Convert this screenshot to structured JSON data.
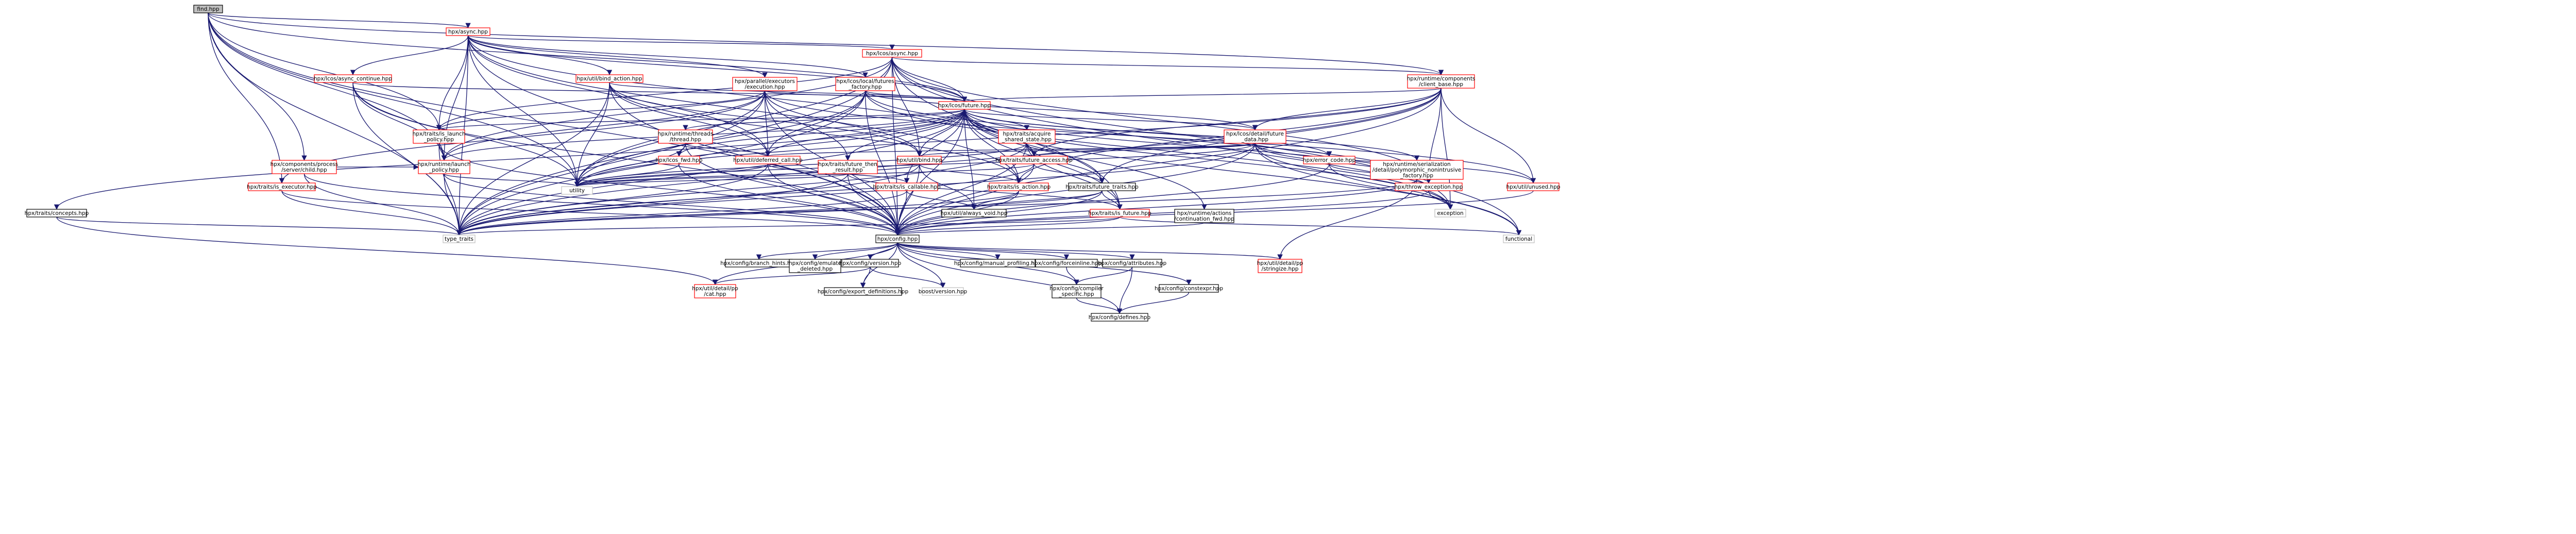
{
  "diagram": {
    "root": "find.hpp",
    "nodes": [
      {
        "id": "find",
        "lines": [
          "find.hpp"
        ],
        "style": "root"
      },
      {
        "id": "async",
        "lines": [
          "hpx/async.hpp"
        ],
        "style": "red"
      },
      {
        "id": "lcos_async",
        "lines": [
          "hpx/lcos/async.hpp"
        ],
        "style": "red"
      },
      {
        "id": "runtime_components",
        "lines": [
          "hpx/runtime/components",
          "/client_base.hpp"
        ],
        "style": "red"
      },
      {
        "id": "async_continue",
        "lines": [
          "hpx/lcos/async_continue.hpp"
        ],
        "style": "red"
      },
      {
        "id": "bind_action",
        "lines": [
          "hpx/util/bind_action.hpp"
        ],
        "style": "red"
      },
      {
        "id": "parallel_executors",
        "lines": [
          "hpx/parallel/executors",
          "/execution.hpp"
        ],
        "style": "red"
      },
      {
        "id": "local_futures",
        "lines": [
          "hpx/lcos/local/futures",
          "_factory.hpp"
        ],
        "style": "red"
      },
      {
        "id": "lcos_future",
        "lines": [
          "hpx/lcos/future.hpp"
        ],
        "style": "red"
      },
      {
        "id": "launch_policy",
        "lines": [
          "hpx/traits/is_launch",
          "_policy.hpp"
        ],
        "style": "red"
      },
      {
        "id": "components_process",
        "lines": [
          "hpx/components/process",
          "/server/child.hpp"
        ],
        "style": "red"
      },
      {
        "id": "threads_thread",
        "lines": [
          "hpx/runtime/threads",
          "/thread.hpp"
        ],
        "style": "red"
      },
      {
        "id": "acquire_shared",
        "lines": [
          "hpx/traits/acquire",
          "_shared_state.hpp"
        ],
        "style": "red"
      },
      {
        "id": "detail_future_data",
        "lines": [
          "hpx/lcos/detail/future",
          "_data.hpp"
        ],
        "style": "red"
      },
      {
        "id": "runtime_launch_policy",
        "lines": [
          "hpx/runtime/launch",
          "_policy.hpp"
        ],
        "style": "red"
      },
      {
        "id": "lcos_fwd",
        "lines": [
          "hpx/lcos_fwd.hpp"
        ],
        "style": "red"
      },
      {
        "id": "deferred_call",
        "lines": [
          "hpx/util/deferred_call.hpp"
        ],
        "style": "red"
      },
      {
        "id": "future_then_result",
        "lines": [
          "hpx/traits/future_then",
          "_result.hpp"
        ],
        "style": "red"
      },
      {
        "id": "bind_hpp",
        "lines": [
          "hpx/util/bind.hpp"
        ],
        "style": "red"
      },
      {
        "id": "future_access",
        "lines": [
          "hpx/traits/future_access.hpp"
        ],
        "style": "red"
      },
      {
        "id": "error_code",
        "lines": [
          "hpx/error_code.hpp"
        ],
        "style": "red"
      },
      {
        "id": "serialization_polymorphic",
        "lines": [
          "hpx/runtime/serialization",
          "/detail/polymorphic_nonintrusive",
          "_factory.hpp"
        ],
        "style": "red"
      },
      {
        "id": "traits_concepts",
        "lines": [
          "hpx/traits/concepts.hpp"
        ],
        "style": "black"
      },
      {
        "id": "is_executor",
        "lines": [
          "hpx/traits/is_executor.hpp"
        ],
        "style": "red"
      },
      {
        "id": "utility",
        "lines": [
          "utility"
        ],
        "style": "gray"
      },
      {
        "id": "is_callable",
        "lines": [
          "hpx/traits/is_callable.hpp"
        ],
        "style": "red"
      },
      {
        "id": "is_action",
        "lines": [
          "hpx/traits/is_action.hpp"
        ],
        "style": "red"
      },
      {
        "id": "future_traits",
        "lines": [
          "hpx/traits/future_traits.hpp"
        ],
        "style": "black"
      },
      {
        "id": "throw_exception",
        "lines": [
          "hpx/throw_exception.hpp"
        ],
        "style": "red"
      },
      {
        "id": "unused",
        "lines": [
          "hpx/util/unused.hpp"
        ],
        "style": "red"
      },
      {
        "id": "always_void",
        "lines": [
          "hpx/util/always_void.hpp"
        ],
        "style": "black"
      },
      {
        "id": "is_future",
        "lines": [
          "hpx/traits/is_future.hpp"
        ],
        "style": "red"
      },
      {
        "id": "continuation_fwd",
        "lines": [
          "hpx/runtime/actions",
          "/continuation_fwd.hpp"
        ],
        "style": "black"
      },
      {
        "id": "exception",
        "lines": [
          "exception"
        ],
        "style": "gray"
      },
      {
        "id": "type_traits",
        "lines": [
          "type_traits"
        ],
        "style": "gray"
      },
      {
        "id": "config",
        "lines": [
          "hpx/config.hpp"
        ],
        "style": "black"
      },
      {
        "id": "functional",
        "lines": [
          "functional"
        ],
        "style": "gray"
      },
      {
        "id": "branch_hints",
        "lines": [
          "hpx/config/branch_hints.hpp"
        ],
        "style": "black"
      },
      {
        "id": "emulate_deleted",
        "lines": [
          "hpx/config/emulate",
          "_deleted.hpp"
        ],
        "style": "black"
      },
      {
        "id": "version",
        "lines": [
          "hpx/config/version.hpp"
        ],
        "style": "black"
      },
      {
        "id": "manual_profiling",
        "lines": [
          "hpx/config/manual_profiling.hpp"
        ],
        "style": "black"
      },
      {
        "id": "forceinline",
        "lines": [
          "hpx/config/forceinline.hpp"
        ],
        "style": "black"
      },
      {
        "id": "attributes",
        "lines": [
          "hpx/config/attributes.hpp"
        ],
        "style": "black"
      },
      {
        "id": "constexpr",
        "lines": [
          "hpx/config/constexpr.hpp"
        ],
        "style": "black"
      },
      {
        "id": "tostring",
        "lines": [
          "hpx/util/detail/pp",
          "/stringize.hpp"
        ],
        "style": "red"
      },
      {
        "id": "pp_cat",
        "lines": [
          "hpx/util/detail/pp",
          "/cat.hpp"
        ],
        "style": "red"
      },
      {
        "id": "export_definitions",
        "lines": [
          "hpx/config/export_definitions.hpp"
        ],
        "style": "black"
      },
      {
        "id": "boost_version",
        "lines": [
          "boost/version.hpp"
        ],
        "style": "gray"
      },
      {
        "id": "compiler_specific",
        "lines": [
          "hpx/config/compiler",
          "_specific.hpp"
        ],
        "style": "black"
      },
      {
        "id": "defines",
        "lines": [
          "hpx/config/defines.hpp"
        ],
        "style": "black"
      }
    ],
    "edges": [
      [
        "find",
        "async"
      ],
      [
        "find",
        "runtime_components"
      ],
      [
        "find",
        "lcos_future"
      ],
      [
        "find",
        "utility"
      ],
      [
        "find",
        "type_traits"
      ],
      [
        "find",
        "config"
      ],
      [
        "find",
        "is_executor"
      ],
      [
        "find",
        "components_process"
      ],
      [
        "find",
        "launch_policy"
      ],
      [
        "find",
        "runtime_launch_policy"
      ],
      [
        "async",
        "lcos_async"
      ],
      [
        "async",
        "async_continue"
      ],
      [
        "async",
        "bind_action"
      ],
      [
        "async",
        "parallel_executors"
      ],
      [
        "async",
        "local_futures"
      ],
      [
        "async",
        "lcos_future"
      ],
      [
        "async",
        "launch_policy"
      ],
      [
        "async",
        "is_action"
      ],
      [
        "async",
        "deferred_call"
      ],
      [
        "async",
        "utility"
      ],
      [
        "async",
        "type_traits"
      ],
      [
        "async",
        "config"
      ],
      [
        "async",
        "runtime_launch_policy"
      ],
      [
        "async",
        "future_access"
      ],
      [
        "lcos_async",
        "runtime_components"
      ],
      [
        "lcos_async",
        "lcos_future"
      ],
      [
        "lcos_async",
        "throw_exception"
      ],
      [
        "lcos_async",
        "is_future"
      ],
      [
        "lcos_async",
        "utility"
      ],
      [
        "lcos_async",
        "type_traits"
      ],
      [
        "lcos_async",
        "config"
      ],
      [
        "lcos_async",
        "exception"
      ],
      [
        "lcos_async",
        "launch_policy"
      ],
      [
        "lcos_async",
        "bind_hpp"
      ],
      [
        "lcos_async",
        "functional"
      ],
      [
        "lcos_async",
        "runtime_launch_policy"
      ],
      [
        "runtime_components",
        "lcos_future"
      ],
      [
        "runtime_components",
        "throw_exception"
      ],
      [
        "runtime_components",
        "unused"
      ],
      [
        "runtime_components",
        "future_access"
      ],
      [
        "runtime_components",
        "detail_future_data"
      ],
      [
        "runtime_components",
        "is_action"
      ],
      [
        "runtime_components",
        "future_traits"
      ],
      [
        "runtime_components",
        "config"
      ],
      [
        "runtime_components",
        "exception"
      ],
      [
        "runtime_components",
        "type_traits"
      ],
      [
        "runtime_components",
        "utility"
      ],
      [
        "async_continue",
        "lcos_future"
      ],
      [
        "async_continue",
        "runtime_launch_policy"
      ],
      [
        "async_continue",
        "type_traits"
      ],
      [
        "async_continue",
        "config"
      ],
      [
        "async_continue",
        "utility"
      ],
      [
        "bind_action",
        "lcos_future"
      ],
      [
        "bind_action",
        "deferred_call"
      ],
      [
        "bind_action",
        "is_action"
      ],
      [
        "bind_action",
        "type_traits"
      ],
      [
        "bind_action",
        "config"
      ],
      [
        "bind_action",
        "utility"
      ],
      [
        "bind_action",
        "bind_hpp"
      ],
      [
        "parallel_executors",
        "lcos_future"
      ],
      [
        "parallel_executors",
        "launch_policy"
      ],
      [
        "parallel_executors",
        "deferred_call"
      ],
      [
        "parallel_executors",
        "future_then_result"
      ],
      [
        "parallel_executors",
        "is_executor"
      ],
      [
        "parallel_executors",
        "runtime_launch_policy"
      ],
      [
        "parallel_executors",
        "utility"
      ],
      [
        "parallel_executors",
        "type_traits"
      ],
      [
        "parallel_executors",
        "config"
      ],
      [
        "parallel_executors",
        "unused"
      ],
      [
        "parallel_executors",
        "bind_hpp"
      ],
      [
        "local_futures",
        "lcos_future"
      ],
      [
        "local_futures",
        "deferred_call"
      ],
      [
        "local_futures",
        "throw_exception"
      ],
      [
        "local_futures",
        "utility"
      ],
      [
        "local_futures",
        "type_traits"
      ],
      [
        "local_futures",
        "config"
      ],
      [
        "local_futures",
        "detail_future_data"
      ],
      [
        "local_futures",
        "exception"
      ],
      [
        "lcos_future",
        "launch_policy"
      ],
      [
        "lcos_future",
        "threads_thread"
      ],
      [
        "lcos_future",
        "acquire_shared"
      ],
      [
        "lcos_future",
        "detail_future_data"
      ],
      [
        "lcos_future",
        "runtime_launch_policy"
      ],
      [
        "lcos_future",
        "lcos_fwd"
      ],
      [
        "lcos_future",
        "deferred_call"
      ],
      [
        "lcos_future",
        "future_then_result"
      ],
      [
        "lcos_future",
        "bind_hpp"
      ],
      [
        "lcos_future",
        "future_access"
      ],
      [
        "lcos_future",
        "error_code"
      ],
      [
        "lcos_future",
        "serialization_polymorphic"
      ],
      [
        "lcos_future",
        "is_callable"
      ],
      [
        "lcos_future",
        "is_action"
      ],
      [
        "lcos_future",
        "future_traits"
      ],
      [
        "lcos_future",
        "throw_exception"
      ],
      [
        "lcos_future",
        "always_void"
      ],
      [
        "lcos_future",
        "is_future"
      ],
      [
        "lcos_future",
        "continuation_fwd"
      ],
      [
        "lcos_future",
        "exception"
      ],
      [
        "lcos_future",
        "type_traits"
      ],
      [
        "lcos_future",
        "utility"
      ],
      [
        "lcos_future",
        "config"
      ],
      [
        "lcos_future",
        "functional"
      ],
      [
        "lcos_future",
        "traits_concepts"
      ],
      [
        "launch_policy",
        "runtime_launch_policy"
      ],
      [
        "launch_policy",
        "type_traits"
      ],
      [
        "launch_policy",
        "config"
      ],
      [
        "components_process",
        "runtime_launch_policy"
      ],
      [
        "components_process",
        "config"
      ],
      [
        "components_process",
        "type_traits"
      ],
      [
        "threads_thread",
        "lcos_fwd"
      ],
      [
        "threads_thread",
        "deferred_call"
      ],
      [
        "threads_thread",
        "config"
      ],
      [
        "threads_thread",
        "utility"
      ],
      [
        "acquire_shared",
        "future_access"
      ],
      [
        "acquire_shared",
        "future_traits"
      ],
      [
        "acquire_shared",
        "is_future"
      ],
      [
        "acquire_shared",
        "type_traits"
      ],
      [
        "acquire_shared",
        "config"
      ],
      [
        "acquire_shared",
        "utility"
      ],
      [
        "detail_future_data",
        "error_code"
      ],
      [
        "detail_future_data",
        "throw_exception"
      ],
      [
        "detail_future_data",
        "future_access"
      ],
      [
        "detail_future_data",
        "unused"
      ],
      [
        "detail_future_data",
        "bind_hpp"
      ],
      [
        "detail_future_data",
        "deferred_call"
      ],
      [
        "detail_future_data",
        "exception"
      ],
      [
        "detail_future_data",
        "utility"
      ],
      [
        "detail_future_data",
        "type_traits"
      ],
      [
        "detail_future_data",
        "config"
      ],
      [
        "detail_future_data",
        "functional"
      ],
      [
        "runtime_launch_policy",
        "type_traits"
      ],
      [
        "runtime_launch_policy",
        "config"
      ],
      [
        "runtime_launch_policy",
        "utility"
      ],
      [
        "lcos_fwd",
        "config"
      ],
      [
        "lcos_fwd",
        "utility"
      ],
      [
        "deferred_call",
        "is_callable"
      ],
      [
        "deferred_call",
        "config"
      ],
      [
        "deferred_call",
        "utility"
      ],
      [
        "deferred_call",
        "type_traits"
      ],
      [
        "future_then_result",
        "is_future"
      ],
      [
        "future_then_result",
        "config"
      ],
      [
        "future_then_result",
        "type_traits"
      ],
      [
        "future_then_result",
        "utility"
      ],
      [
        "bind_hpp",
        "is_action"
      ],
      [
        "bind_hpp",
        "always_void"
      ],
      [
        "bind_hpp",
        "config"
      ],
      [
        "bind_hpp",
        "utility"
      ],
      [
        "bind_hpp",
        "type_traits"
      ],
      [
        "future_access",
        "future_traits"
      ],
      [
        "future_access",
        "type_traits"
      ],
      [
        "future_access",
        "config"
      ],
      [
        "future_access",
        "utility"
      ],
      [
        "error_code",
        "throw_exception"
      ],
      [
        "error_code",
        "exception"
      ],
      [
        "error_code",
        "config"
      ],
      [
        "serialization_polymorphic",
        "tostring"
      ],
      [
        "serialization_polymorphic",
        "config"
      ],
      [
        "serialization_polymorphic",
        "type_traits"
      ],
      [
        "traits_concepts",
        "pp_cat"
      ],
      [
        "traits_concepts",
        "type_traits"
      ],
      [
        "is_executor",
        "type_traits"
      ],
      [
        "is_executor",
        "config"
      ],
      [
        "is_callable",
        "always_void"
      ],
      [
        "is_callable",
        "type_traits"
      ],
      [
        "is_callable",
        "config"
      ],
      [
        "is_action",
        "always_void"
      ],
      [
        "is_action",
        "type_traits"
      ],
      [
        "is_action",
        "config"
      ],
      [
        "future_traits",
        "is_future"
      ],
      [
        "future_traits",
        "always_void"
      ],
      [
        "future_traits",
        "type_traits"
      ],
      [
        "future_traits",
        "config"
      ],
      [
        "throw_exception",
        "exception"
      ],
      [
        "throw_exception",
        "config"
      ],
      [
        "unused",
        "config"
      ],
      [
        "is_future",
        "type_traits"
      ],
      [
        "is_future",
        "config"
      ],
      [
        "is_future",
        "functional"
      ],
      [
        "continuation_fwd",
        "config"
      ],
      [
        "config",
        "branch_hints"
      ],
      [
        "config",
        "emulate_deleted"
      ],
      [
        "config",
        "version"
      ],
      [
        "config",
        "manual_profiling"
      ],
      [
        "config",
        "forceinline"
      ],
      [
        "config",
        "attributes"
      ],
      [
        "config",
        "constexpr"
      ],
      [
        "config",
        "tostring"
      ],
      [
        "config",
        "pp_cat"
      ],
      [
        "config",
        "defines"
      ],
      [
        "config",
        "compiler_specific"
      ],
      [
        "config",
        "boost_version"
      ],
      [
        "config",
        "export_definitions"
      ],
      [
        "version",
        "pp_cat"
      ],
      [
        "version",
        "export_definitions"
      ],
      [
        "version",
        "boost_version"
      ],
      [
        "attributes",
        "compiler_specific"
      ],
      [
        "attributes",
        "defines"
      ],
      [
        "forceinline",
        "compiler_specific"
      ],
      [
        "compiler_specific",
        "defines"
      ],
      [
        "constexpr",
        "defines"
      ]
    ]
  }
}
